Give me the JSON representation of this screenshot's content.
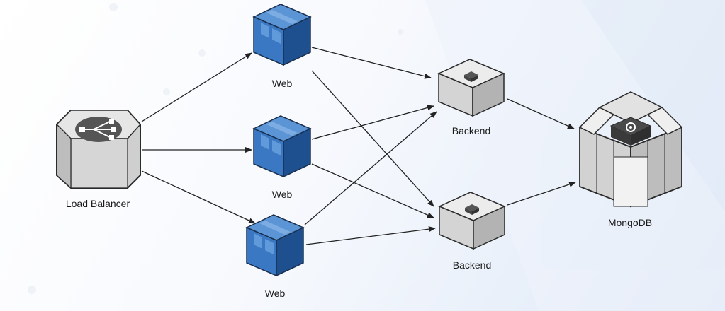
{
  "nodes": {
    "load_balancer": {
      "label": "Load Balancer",
      "icon": "load-balancer-icon"
    },
    "web_1": {
      "label": "Web",
      "icon": "web-server-cube-icon"
    },
    "web_2": {
      "label": "Web",
      "icon": "web-server-cube-icon"
    },
    "web_3": {
      "label": "Web",
      "icon": "web-server-cube-icon"
    },
    "backend_1": {
      "label": "Backend",
      "icon": "backend-server-cube-icon"
    },
    "backend_2": {
      "label": "Backend",
      "icon": "backend-server-cube-icon"
    },
    "mongodb": {
      "label": "MongoDB",
      "icon": "database-box-icon"
    }
  },
  "edges": [
    [
      "load_balancer",
      "web_1"
    ],
    [
      "load_balancer",
      "web_2"
    ],
    [
      "load_balancer",
      "web_3"
    ],
    [
      "web_1",
      "backend_1"
    ],
    [
      "web_1",
      "backend_2"
    ],
    [
      "web_2",
      "backend_1"
    ],
    [
      "web_2",
      "backend_2"
    ],
    [
      "web_3",
      "backend_1"
    ],
    [
      "web_3",
      "backend_2"
    ],
    [
      "backend_1",
      "mongodb"
    ],
    [
      "backend_2",
      "mongodb"
    ]
  ],
  "colors": {
    "web_front": "#3a78c3",
    "web_side": "#1e4f8f",
    "web_top": "#5b95d6",
    "grey_light": "#e8e8e8",
    "grey_mid": "#cfcfcf",
    "grey_dark": "#a9a9a9",
    "outline": "#2a2a2a",
    "arrow": "#222222"
  }
}
